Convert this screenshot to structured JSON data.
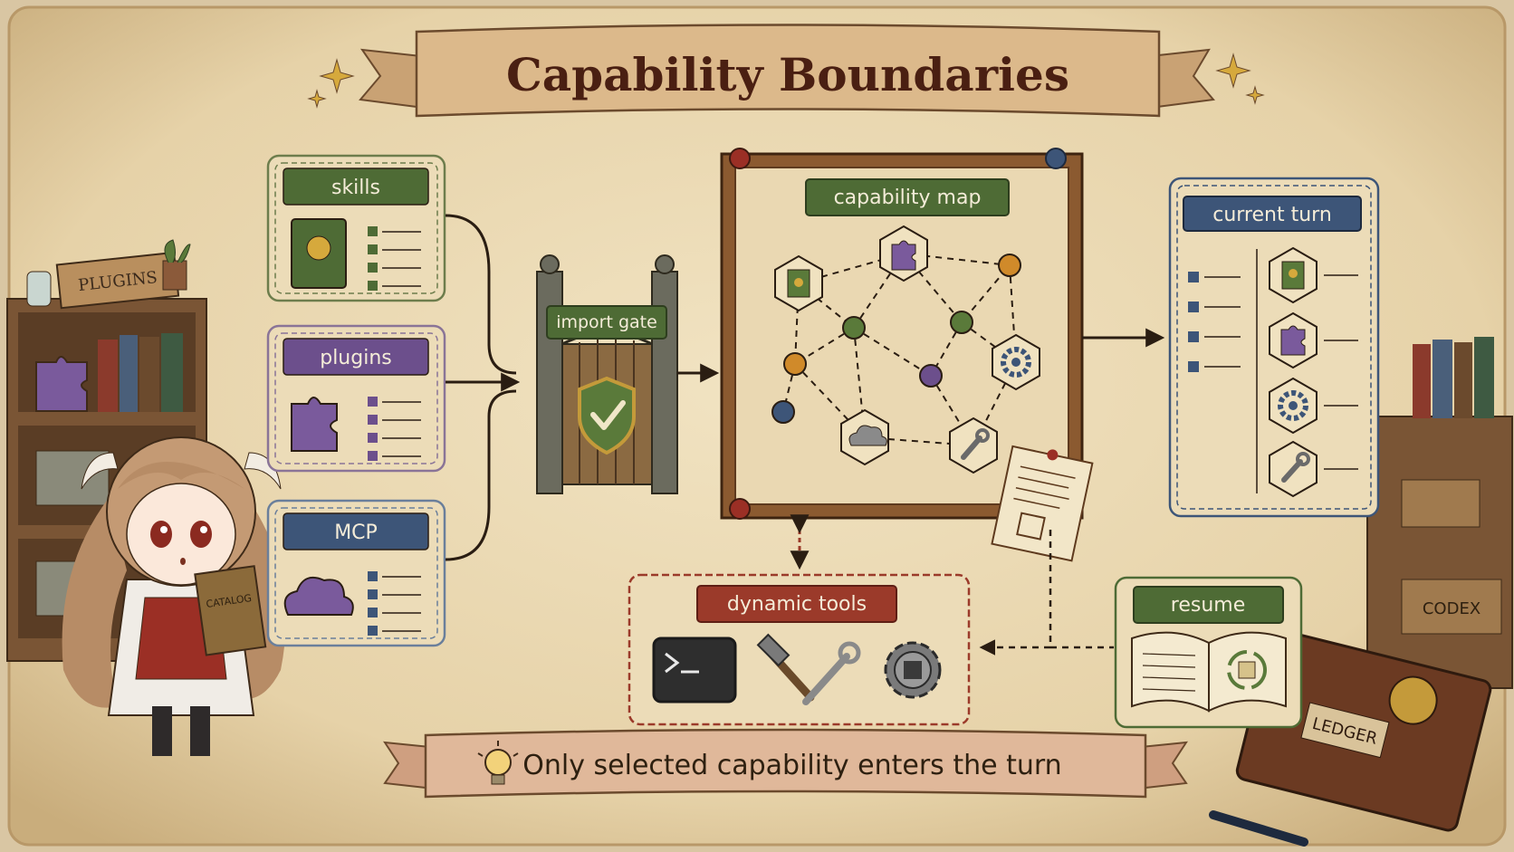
{
  "title": "Capability Boundaries",
  "sources": [
    {
      "label": "skills",
      "icon": "book-icon",
      "color": "#4e6b35",
      "border": "#6d7d4c"
    },
    {
      "label": "plugins",
      "icon": "puzzle-icon",
      "color": "#6c4f8c",
      "border": "#8a7497"
    },
    {
      "label": "MCP",
      "icon": "cloud-icon",
      "color": "#3d5578",
      "border": "#6a7f9b"
    }
  ],
  "gate": {
    "label": "import gate"
  },
  "capability_map": {
    "label": "capability map"
  },
  "current_turn": {
    "label": "current turn",
    "icons": [
      "book-icon",
      "puzzle-icon",
      "gear-icon",
      "wrench-icon"
    ]
  },
  "dynamic_tools": {
    "label": "dynamic tools",
    "icons": [
      "terminal-icon",
      "hammer-wrench-icon",
      "gear-chip-icon"
    ]
  },
  "resume": {
    "label": "resume"
  },
  "footer": {
    "text": "Only selected capability enters the turn"
  },
  "props": {
    "plugins_sign": "PLUGINS",
    "catalog_book": "CATALOG",
    "codex_box": "CODEX",
    "ledger_book": "LEDGER"
  },
  "colors": {
    "parchment": "#ecdcb8",
    "ink": "#3b2a1c",
    "title": "#4a1f12",
    "red_tag": "#9b3a2a",
    "green_tag": "#4e6b35",
    "blue_tag": "#3d5578"
  }
}
